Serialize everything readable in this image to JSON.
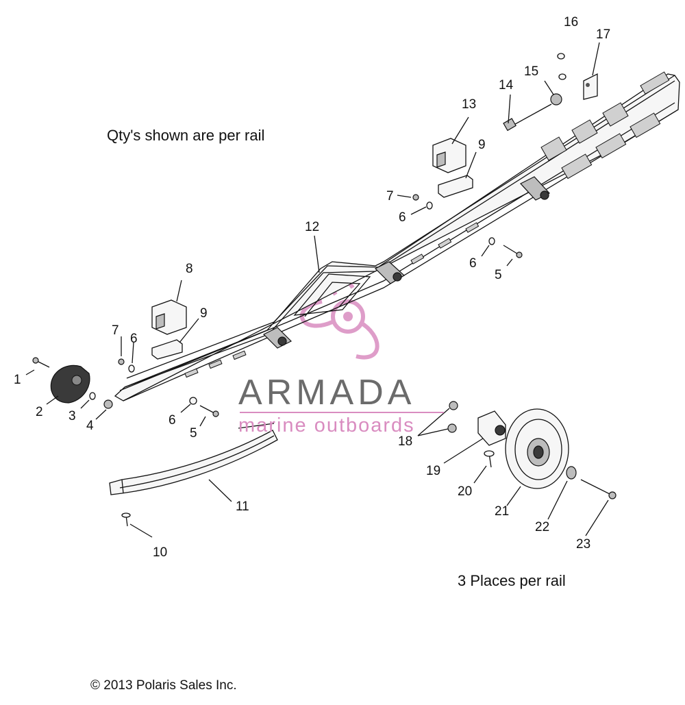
{
  "notes": {
    "qty_note": "Qty's shown are per rail",
    "places_note": "3 Places per rail",
    "copyright": "© 2013 Polaris Sales Inc."
  },
  "watermark": {
    "brand": "ARMADA",
    "tagline": "marine outboards",
    "brand_color": "#6b6b6b",
    "accent_color": "#d98cc0"
  },
  "callouts": {
    "c1": "1",
    "c2": "2",
    "c3": "3",
    "c4": "4",
    "c5a": "5",
    "c5b": "5",
    "c6a": "6",
    "c6b": "6",
    "c6c": "6",
    "c6d": "6",
    "c7a": "7",
    "c7b": "7",
    "c8": "8",
    "c9a": "9",
    "c9b": "9",
    "c10": "10",
    "c11": "11",
    "c12": "12",
    "c13": "13",
    "c14": "14",
    "c15": "15",
    "c16": "16",
    "c17": "17",
    "c18": "18",
    "c19": "19",
    "c20": "20",
    "c21": "21",
    "c22": "22",
    "c23": "23"
  }
}
